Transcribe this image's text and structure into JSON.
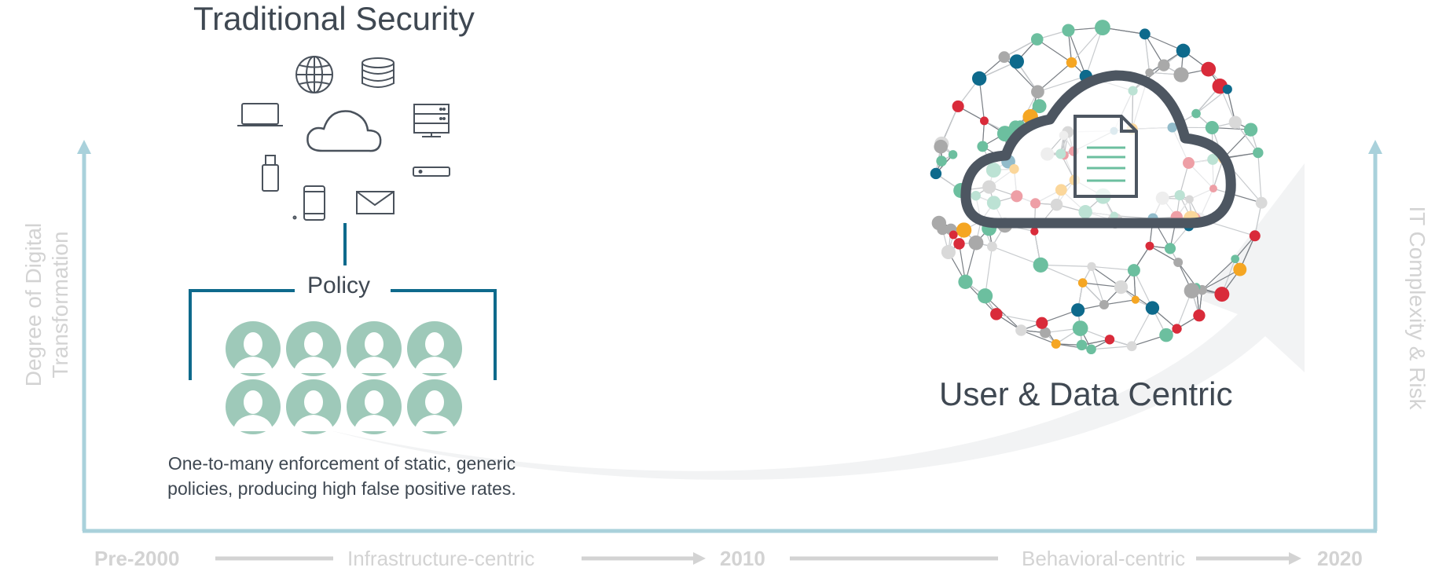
{
  "left_panel": {
    "title": "Traditional Security",
    "policy_label": "Policy",
    "caption_line1": "One-to-many enforcement of static, generic",
    "caption_line2": "policies, producing high false positive rates.",
    "icons": [
      "globe-icon",
      "database-icon",
      "laptop-icon",
      "cloud-icon",
      "server-icon",
      "usb-drive-icon",
      "mobile-phone-icon",
      "email-icon",
      "network-device-icon"
    ],
    "user_count": 8
  },
  "right_panel": {
    "title": "User & Data Centric",
    "icons": [
      "cloud-icon",
      "document-icon",
      "network-mesh"
    ]
  },
  "axes": {
    "left_label_line1": "Degree of Digital",
    "left_label_line2": "Transformation",
    "right_label": "IT Complexity & Risk"
  },
  "timeline": {
    "start": "Pre-2000",
    "phase1": "Infrastructure-centric",
    "middle": "2010",
    "phase2": "Behavioral-centric",
    "end": "2020"
  },
  "colors": {
    "axis": "#a9d1db",
    "policy_bracket": "#0e6a8c",
    "user": "#9ec9b9",
    "icon_stroke": "#4a525c",
    "node_teal": "#6cbf9f",
    "node_blue": "#0e6a8c",
    "node_orange": "#f5a623",
    "node_red": "#d92b3a",
    "node_gray": "#a9a9a9",
    "label_gray": "#d3d3d3"
  }
}
